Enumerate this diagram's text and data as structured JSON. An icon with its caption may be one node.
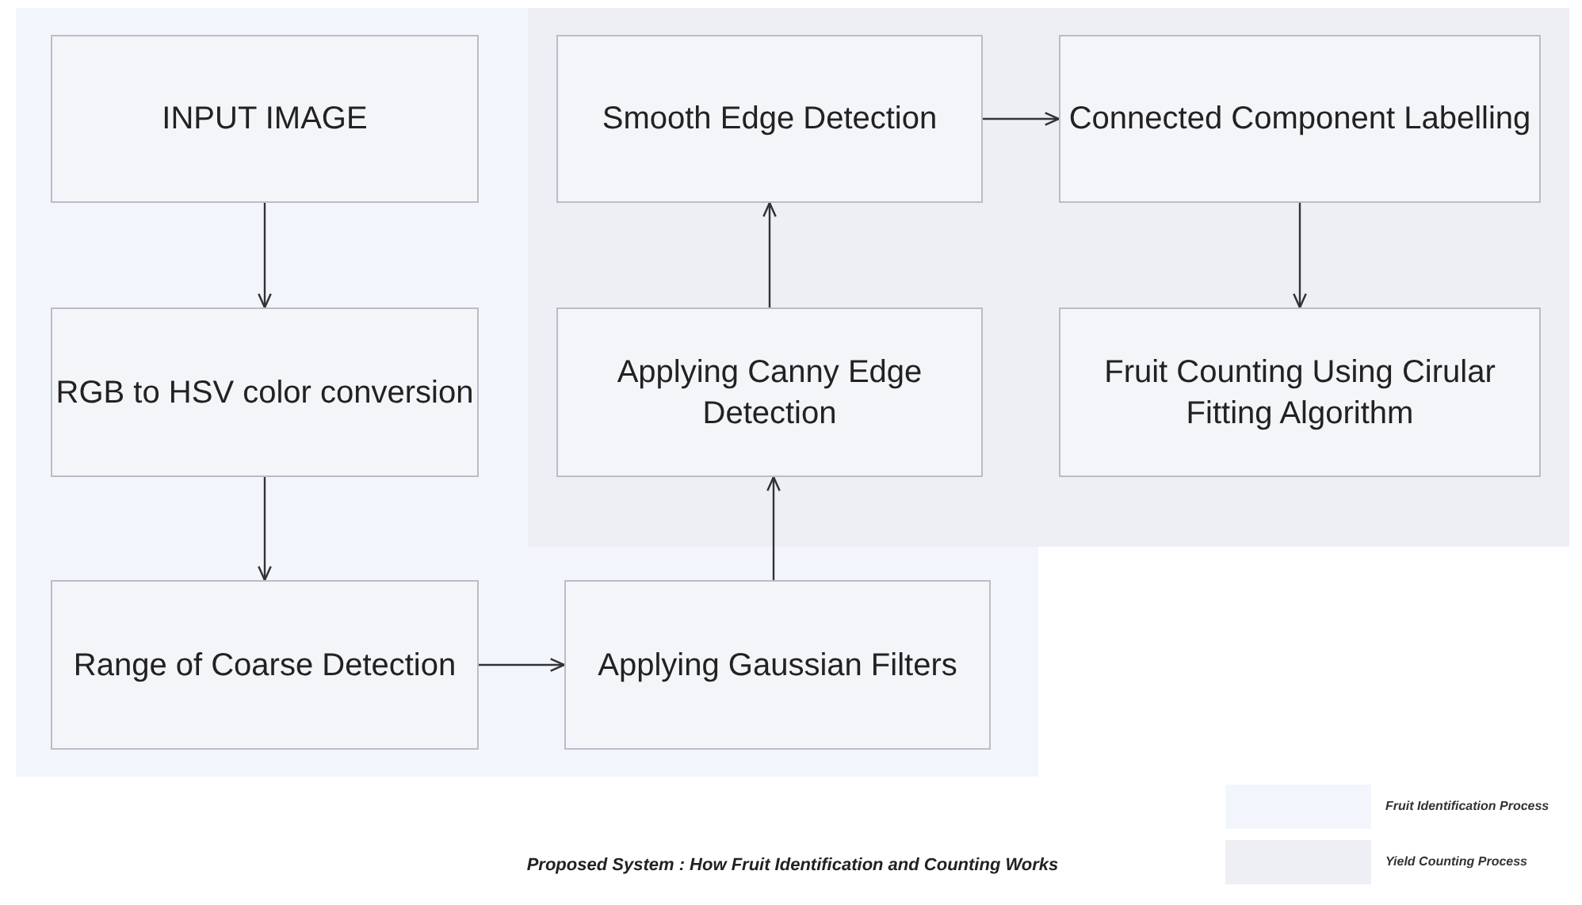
{
  "diagram": {
    "caption": "Proposed System : How Fruit Identification and Counting Works",
    "nodes": [
      {
        "text": [
          "INPUT IMAGE"
        ]
      },
      {
        "text": [
          "RGB to HSV color conversion"
        ]
      },
      {
        "text": [
          "Range of Coarse Detection"
        ]
      },
      {
        "text": [
          "Applying Gaussian Filters"
        ]
      },
      {
        "text": [
          "Applying Canny Edge Detection"
        ]
      },
      {
        "text": [
          "Smooth Edge Detection"
        ]
      },
      {
        "text": [
          "Connected Component Labelling"
        ]
      },
      {
        "text": [
          "Fruit Counting Using Cirular Fitting Algorithm"
        ]
      }
    ],
    "edges": [
      {
        "from": 0,
        "to": 1,
        "arrow": "to"
      },
      {
        "from": 1,
        "to": 2,
        "arrow": "to"
      },
      {
        "from": 2,
        "to": 3,
        "arrow": "to"
      },
      {
        "from": 3,
        "to": 4,
        "arrow": "to"
      },
      {
        "from": 4,
        "to": 5,
        "arrow": "to"
      },
      {
        "from": 5,
        "to": 6,
        "arrow": "to"
      },
      {
        "from": 6,
        "to": 7,
        "arrow": "to"
      }
    ],
    "legend": [
      {
        "text": "Fruit Identification Process",
        "color": "#f2f6fc"
      },
      {
        "text": "Yield Counting Process",
        "color": "#eeeff5"
      }
    ]
  }
}
